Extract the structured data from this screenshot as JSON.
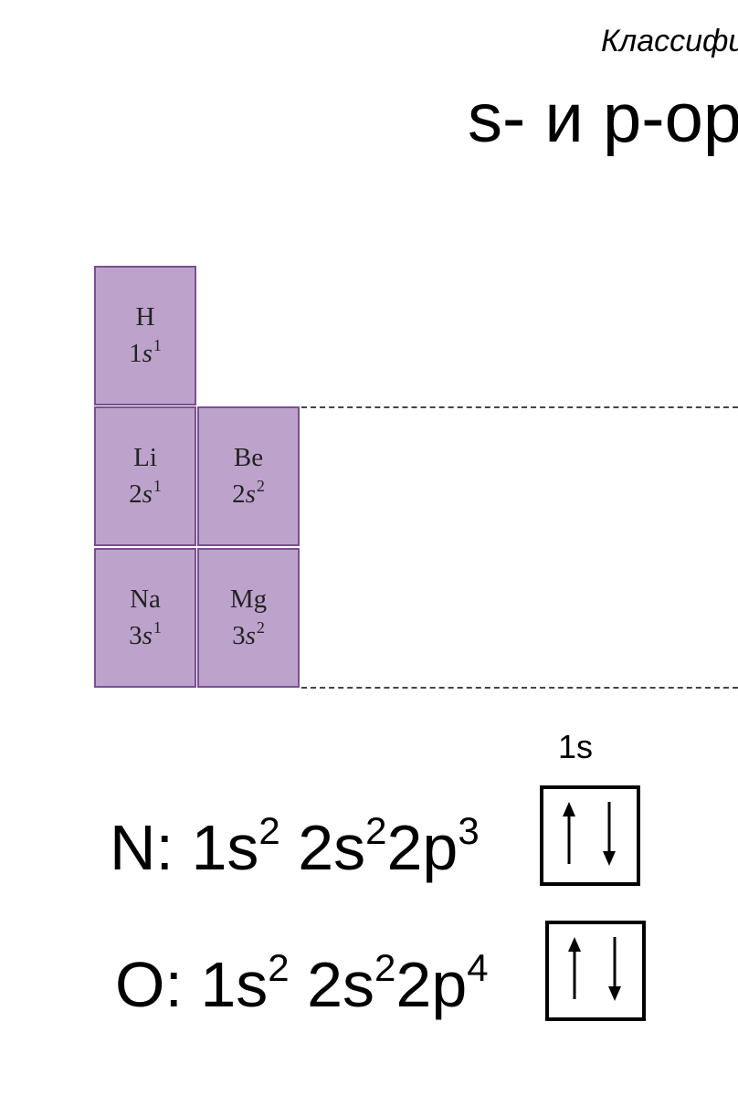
{
  "header": {
    "subtitle": "Классифи",
    "title": "s- и p-ор"
  },
  "cells": [
    {
      "symbol": "H",
      "n": "1",
      "orbital": "s",
      "electrons": "1"
    },
    {
      "symbol": "Li",
      "n": "2",
      "orbital": "s",
      "electrons": "1"
    },
    {
      "symbol": "Be",
      "n": "2",
      "orbital": "s",
      "electrons": "2"
    },
    {
      "symbol": "Na",
      "n": "3",
      "orbital": "s",
      "electrons": "1"
    },
    {
      "symbol": "Mg",
      "n": "3",
      "orbital": "s",
      "electrons": "2"
    }
  ],
  "orbital_label": "1s",
  "formulas": [
    {
      "element": "N:",
      "parts": [
        {
          "base": "1s",
          "exp": "2"
        },
        {
          "base": "2s",
          "exp": "2"
        },
        {
          "base": "2p",
          "exp": "3"
        }
      ]
    },
    {
      "element": "O:",
      "parts": [
        {
          "base": "1s",
          "exp": "2"
        },
        {
          "base": "2s",
          "exp": "2"
        },
        {
          "base": "2p",
          "exp": "4"
        }
      ]
    }
  ],
  "colors": {
    "cell_fill": "#bda3cb",
    "cell_border": "#7a4f8f"
  }
}
